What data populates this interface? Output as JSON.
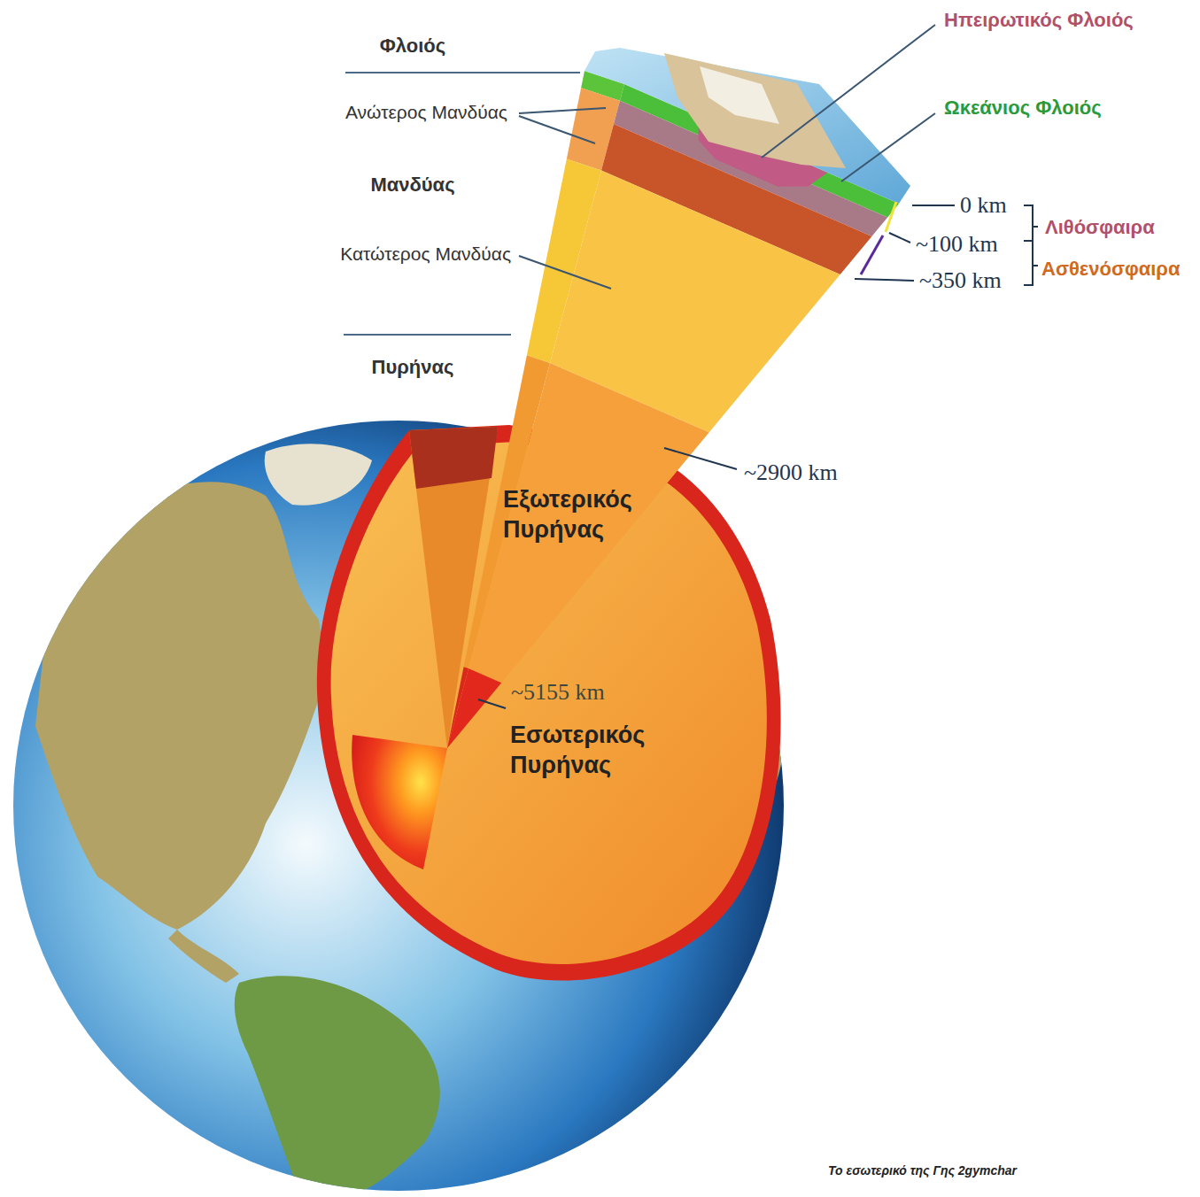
{
  "diagram": {
    "caption": "Το εσωτερικό της Γης 2gymchar",
    "labels": [
      "Φλοιός",
      "Ανώτερος Μανδύας",
      "Μανδύας",
      "Κατώτερος Μανδύας",
      "Πυρήνας",
      "Ηπειρωτικός Φλοιός",
      "Ωκεάνιος Φλοιός",
      "0 km",
      "~100 km",
      "~350 km",
      "Λιθόσφαιρα",
      "Ασθενόσφαιρα",
      "~2900 km",
      "Εξωτερικός Πυρήνας",
      "~5155 km",
      "Εσωτερικός Πυρήνας"
    ]
  }
}
